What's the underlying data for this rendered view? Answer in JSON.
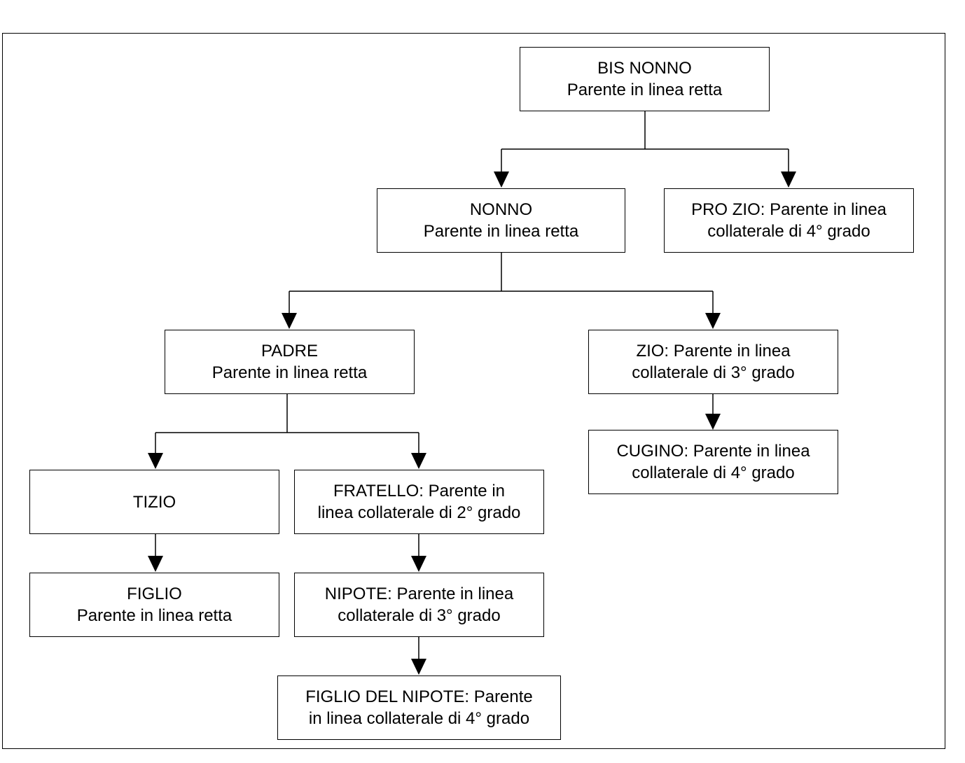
{
  "nodes": {
    "bis_nonno": {
      "line1": "BIS NONNO",
      "line2": "Parente in linea retta"
    },
    "nonno": {
      "line1": "NONNO",
      "line2": "Parente in linea retta"
    },
    "pro_zio": {
      "line1": "PRO ZIO: Parente in linea",
      "line2": "collaterale di 4° grado"
    },
    "padre": {
      "line1": "PADRE",
      "line2": "Parente in linea retta"
    },
    "zio": {
      "line1": "ZIO: Parente in linea",
      "line2": "collaterale di 3° grado"
    },
    "cugino": {
      "line1": "CUGINO: Parente in linea",
      "line2": "collaterale di 4° grado"
    },
    "tizio": {
      "line1": "TIZIO"
    },
    "fratello": {
      "line1": "FRATELLO: Parente in",
      "line2": "linea collaterale di 2° grado"
    },
    "figlio": {
      "line1": "FIGLIO",
      "line2": "Parente in linea retta"
    },
    "nipote": {
      "line1": "NIPOTE: Parente in linea",
      "line2": "collaterale di 3° grado"
    },
    "figlio_del_nipote": {
      "line1": "FIGLIO DEL NIPOTE: Parente",
      "line2": "in linea collaterale di 4° grado"
    }
  }
}
